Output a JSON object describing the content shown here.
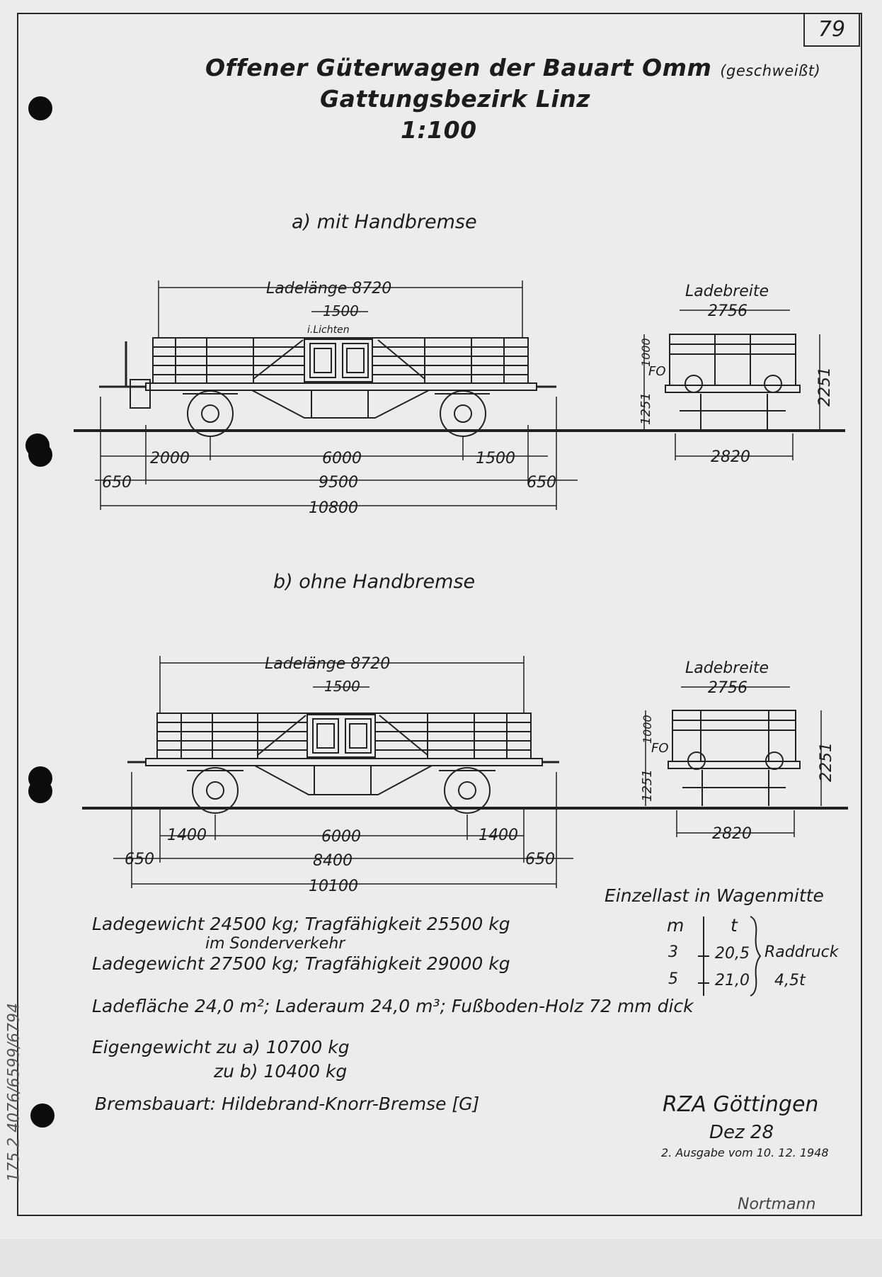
{
  "page_number": "79",
  "title": {
    "line1": "Offener Güterwagen der Bauart Omm",
    "line1_suffix": "(geschweißt)",
    "line2": "Gattungsbezirk Linz",
    "scale": "1:100"
  },
  "section_a": {
    "heading": "a) mit Handbremse",
    "ladelaenge": "Ladelänge 8720",
    "door": "1500",
    "door_note": "i.Lichten",
    "dim_2000": "2000",
    "dim_6000": "6000",
    "dim_1500": "1500",
    "dim_650_left": "650",
    "dim_9500": "9500",
    "dim_650_right": "650",
    "dim_10800": "10800",
    "end_ladebreite": "Ladebreite",
    "end_2756": "2756",
    "end_1000": "1000",
    "end_fo": "FO",
    "end_1251": "1251",
    "end_2251": "2251",
    "end_2820": "2820"
  },
  "section_b": {
    "heading": "b) ohne Handbremse",
    "ladelaenge": "Ladelänge 8720",
    "door": "1500",
    "dim_1400_left": "1400",
    "dim_6000": "6000",
    "dim_1400_right": "1400",
    "dim_650_left": "650",
    "dim_8400": "8400",
    "dim_650_right": "650",
    "dim_10100": "10100",
    "end_ladebreite": "Ladebreite",
    "end_2756": "2756",
    "end_1000": "1000",
    "end_fo": "FO",
    "end_1251": "1251",
    "end_2251": "2251",
    "end_2820": "2820"
  },
  "einzellast": {
    "heading": "Einzellast in Wagenmitte",
    "col_m": "m",
    "col_t": "t",
    "rows": [
      {
        "m": "3",
        "t": "20,5"
      },
      {
        "m": "5",
        "t": "21,0"
      }
    ],
    "raddruck": "Raddruck",
    "raddruck_value": "4,5t"
  },
  "specs": {
    "line1": "Ladegewicht 24500 kg; Tragfähigkeit 25500 kg",
    "line2": "im Sonderverkehr",
    "line3": "Ladegewicht 27500 kg; Tragfähigkeit 29000 kg",
    "line4": "Ladefläche 24,0 m²; Laderaum 24,0 m³; Fußboden-Holz 72 mm dick",
    "line5": "Eigengewicht zu a) 10700 kg",
    "line6": "zu b) 10400 kg",
    "line7": "Bremsbauart: Hildebrand-Knorr-Bremse [G]"
  },
  "footer": {
    "office": "RZA Göttingen",
    "date": "Dez 28",
    "edition": "2. Ausgabe vom 10. 12. 1948",
    "signature": "Nortmann"
  },
  "margin_note": "175.2 4076/6599/6794"
}
